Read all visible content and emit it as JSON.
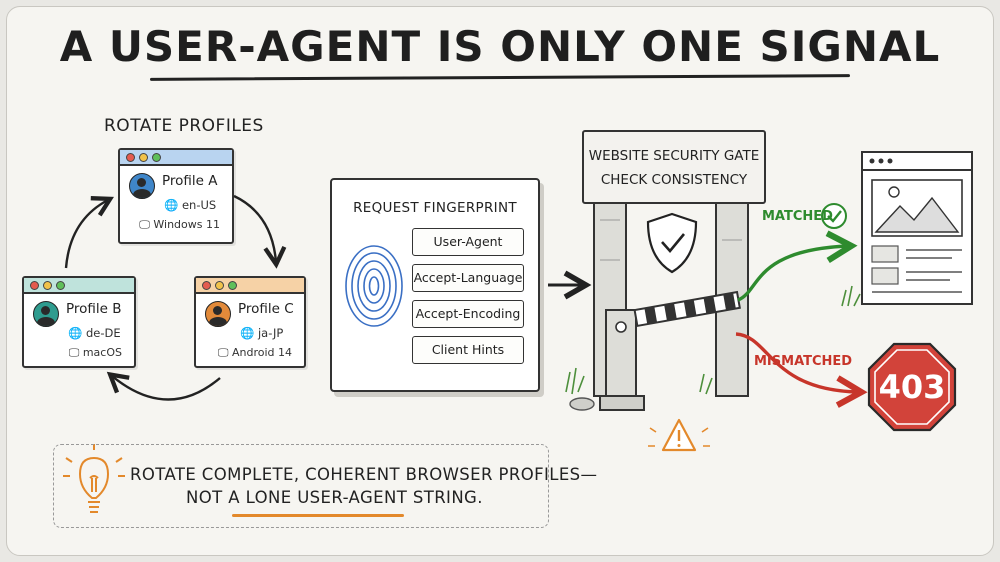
{
  "title": "A USER-AGENT IS ONLY ONE SIGNAL",
  "rotate_label": "ROTATE PROFILES",
  "profiles": [
    {
      "name": "Profile A",
      "locale": "en-US",
      "os": "Windows 11",
      "avatar_color": "#3f86c9",
      "bar_color": "#b9d4f0"
    },
    {
      "name": "Profile B",
      "locale": "de-DE",
      "os": "macOS",
      "avatar_color": "#2f9c8f",
      "bar_color": "#bfe3dc"
    },
    {
      "name": "Profile C",
      "locale": "ja-JP",
      "os": "Android 14",
      "avatar_color": "#e28a3a",
      "bar_color": "#f6d2a6"
    }
  ],
  "fingerprint": {
    "title": "REQUEST FINGERPRINT",
    "fields": [
      "User-Agent",
      "Accept-Language",
      "Accept-Encoding",
      "Client Hints"
    ]
  },
  "gate": {
    "line1": "WEBSITE SECURITY GATE",
    "line2": "CHECK CONSISTENCY"
  },
  "outcomes": {
    "matched": "MATCHED",
    "mismatched": "MISMATCHED",
    "error_code": "403",
    "matched_color": "#2e8b2e",
    "mismatched_color": "#c7352a"
  },
  "tip": {
    "line1": "ROTATE COMPLETE, COHERENT BROWSER PROFILES—",
    "line2_prefix": "NOT A ",
    "line2_emphasis": "LONE USER-AGENT STRING.",
    "accent_color": "#e3892b"
  }
}
